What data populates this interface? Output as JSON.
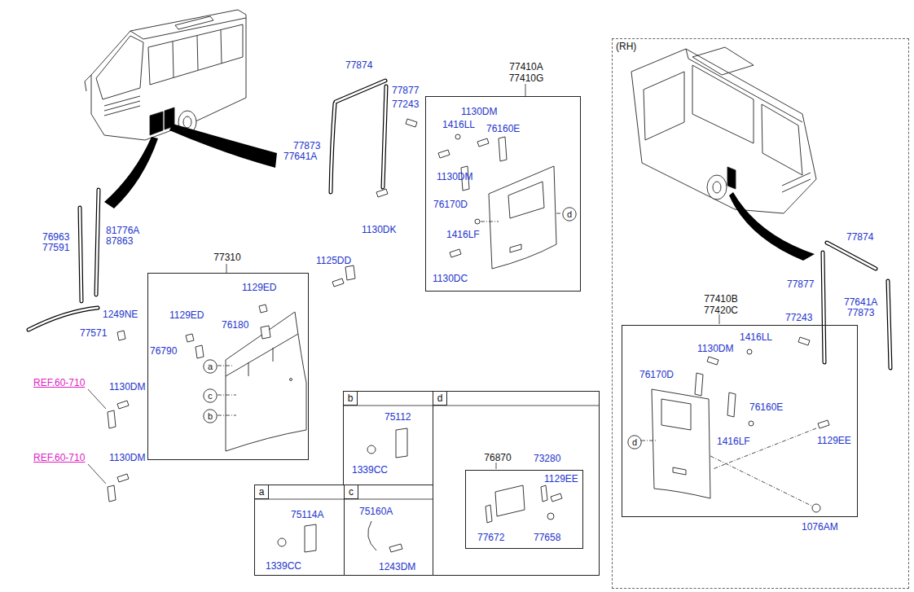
{
  "diagram": {
    "nodes": [
      {
        "text": [
          "77410A 77410G"
        ]
      },
      {
        "text": [
          "d"
        ],
        "in": 0
      },
      {
        "text": [
          "77310"
        ]
      },
      {
        "text": [
          "a"
        ],
        "in": 2
      },
      {
        "text": [
          "c"
        ],
        "in": 2
      },
      {
        "text": [
          "b"
        ],
        "in": 2
      },
      {
        "text": [
          "(RH)"
        ]
      },
      {
        "text": [
          "77410B 77420C"
        ],
        "in": 6
      },
      {
        "text": [
          "d"
        ],
        "in": 7
      },
      {
        "text": [
          "b"
        ]
      },
      {
        "text": [
          "d"
        ]
      },
      {
        "text": [
          "76870"
        ],
        "in": 10
      },
      {
        "text": [
          "a"
        ]
      },
      {
        "text": [
          "c"
        ]
      }
    ],
    "labels": [
      "77874",
      "77877",
      "77243",
      "77873",
      "77641A",
      "76963",
      "77591",
      "81776A",
      "87863",
      "77571",
      "1125DD",
      "1129ED",
      "1129ED",
      "76180",
      "1249NE",
      "76790",
      "REF.60-710",
      "1130DM",
      "REF.60-710",
      "1130DM",
      "1130DM",
      "1416LL",
      "76160E",
      "1130DM",
      "76170D",
      "1416LF",
      "1130DK",
      "1130DC",
      "77874",
      "77877",
      "77641A",
      "77873",
      "77243",
      "1416LL",
      "1130DM",
      "76170D",
      "76160E",
      "1416LF",
      "1129EE",
      "1076AM",
      "75112",
      "1339CC",
      "75114A",
      "1339CC",
      "75160A",
      "1243DM",
      "73280",
      "1129EE",
      "77672",
      "77658"
    ]
  }
}
